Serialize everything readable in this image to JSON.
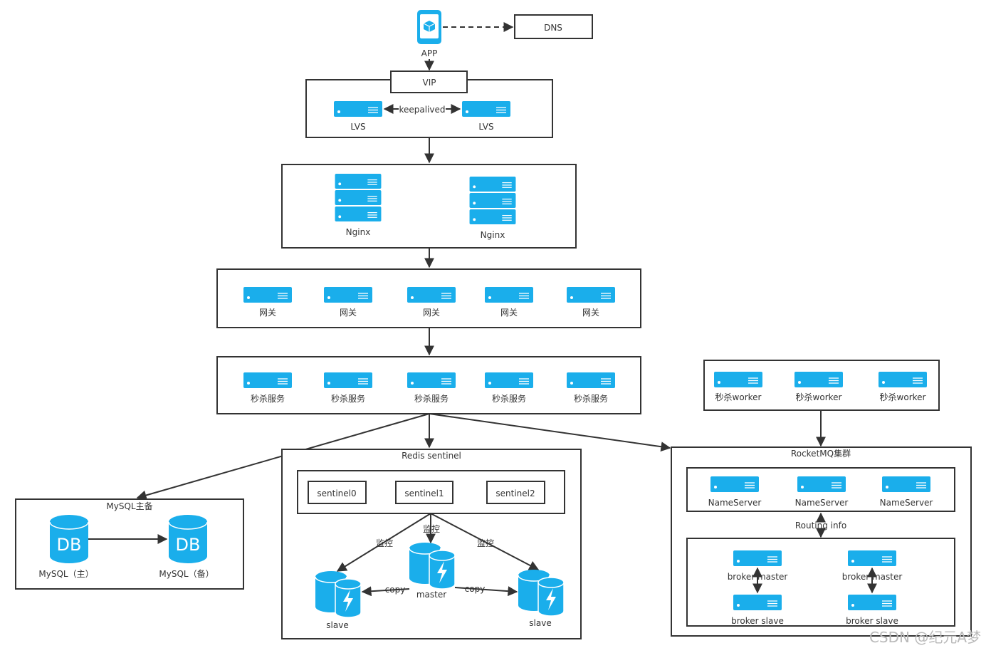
{
  "app": {
    "label": "APP",
    "dns": "DNS"
  },
  "lvs_group": {
    "vip": "VIP",
    "link": "keepalived",
    "servers": [
      "LVS",
      "LVS"
    ]
  },
  "nginx_group": {
    "servers": [
      "Nginx",
      "Nginx"
    ]
  },
  "gateway_group": {
    "servers": [
      "网关",
      "网关",
      "网关",
      "网关",
      "网关"
    ]
  },
  "seckill_group": {
    "servers": [
      "秒杀服务",
      "秒杀服务",
      "秒杀服务",
      "秒杀服务",
      "秒杀服务"
    ]
  },
  "worker_group": {
    "servers": [
      "秒杀worker",
      "秒杀worker",
      "秒杀worker"
    ]
  },
  "mysql": {
    "title": "MySQL主备",
    "icon_text": "DB",
    "dbs": [
      "MySQL（主）",
      "MySQL（备）"
    ]
  },
  "redis": {
    "title": "Redis sentinel",
    "sentinels": [
      "sentinel0",
      "sentinel1",
      "sentinel2"
    ],
    "monitor": "监控",
    "copy": "copy",
    "master": "master",
    "slave": "slave"
  },
  "rocketmq": {
    "title": "RocketMQ集群",
    "nameservers": [
      "NameServer",
      "NameServer",
      "NameServer"
    ],
    "routing": "Routing info",
    "broker_master": "broker master",
    "broker_slave": "broker slave"
  },
  "watermark": "CSDN @纪元A梦",
  "colors": {
    "accent": "#1aaeeb",
    "stroke": "#333333"
  }
}
